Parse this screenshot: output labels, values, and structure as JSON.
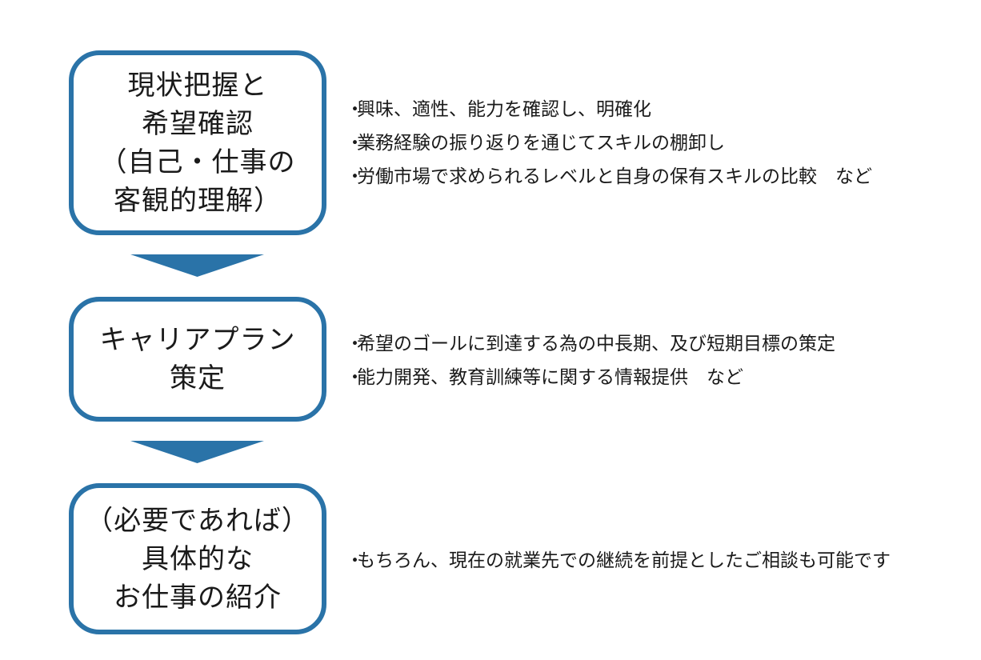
{
  "bullet_marker": "・",
  "steps": [
    {
      "lines": [
        "現状把握と",
        "希望確認",
        "（自己・仕事の",
        "客観的理解）"
      ],
      "bullets": [
        "興味、適性、能力を確認し、明確化",
        "業務経験の振り返りを通じてスキルの棚卸し",
        "労働市場で求められるレベルと自身の保有スキルの比較　など"
      ]
    },
    {
      "lines": [
        "キャリアプラン",
        "策定"
      ],
      "bullets": [
        "希望のゴールに到達する為の中長期、及び短期目標の策定",
        "能力開発、教育訓練等に関する情報提供　など"
      ]
    },
    {
      "lines": [
        "（必要であれば）",
        "具体的な",
        "お仕事の紹介"
      ],
      "bullets": [
        "もちろん、現在の就業先での継続を前提としたご相談も可能です"
      ]
    }
  ],
  "colors": {
    "accent": "#2a73a8",
    "text": "#1a1a1a",
    "background": "#ffffff"
  }
}
